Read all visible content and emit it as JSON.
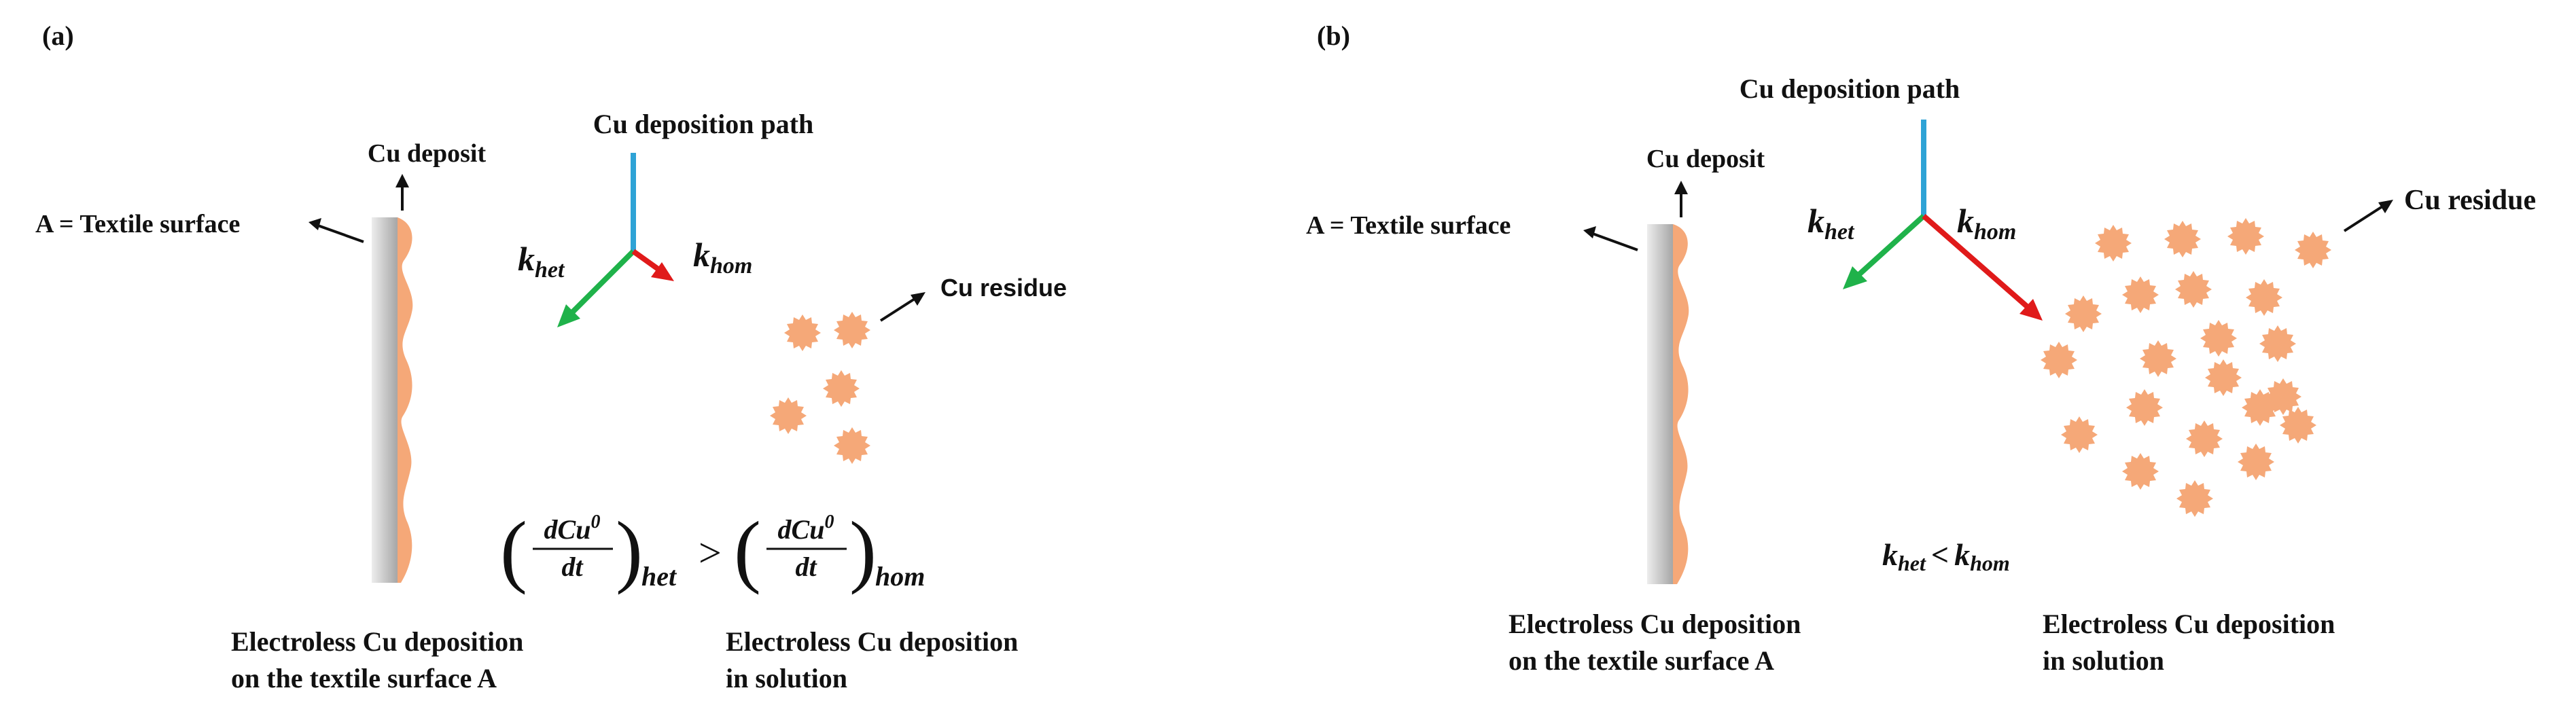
{
  "colors": {
    "copper": "#f5a878",
    "textile_light": "#e6e6e6",
    "textile_dark": "#a8a8a8",
    "path_blue": "#2ea3d6",
    "het_green": "#1fb24a",
    "hom_red": "#e01a1a",
    "ink": "#111111"
  },
  "panel_a": {
    "label": "(a)",
    "surface_label": "A = Textile surface",
    "deposit_label": "Cu deposit",
    "path_label": "Cu deposition path",
    "k_het": {
      "base": "k",
      "sub": "het"
    },
    "k_hom": {
      "base": "k",
      "sub": "hom"
    },
    "residue_label": "Cu residue",
    "rate_left": {
      "numerator": "dCu",
      "superscript": "0",
      "denominator": "dt",
      "subscript": "het"
    },
    "rate_operator": ">",
    "rate_right": {
      "numerator": "dCu",
      "superscript": "0",
      "denominator": "dt",
      "subscript": "hom"
    },
    "caption_left": [
      "Electroless Cu deposition",
      "on the textile surface A"
    ],
    "caption_right": [
      "Electroless Cu deposition",
      "in solution"
    ]
  },
  "panel_b": {
    "label": "(b)",
    "surface_label": "A = Textile surface",
    "deposit_label": "Cu deposit",
    "path_label": "Cu deposition path",
    "k_het": {
      "base": "k",
      "sub": "het"
    },
    "k_hom": {
      "base": "k",
      "sub": "hom"
    },
    "residue_label": "Cu residue",
    "comparison": {
      "left_base": "k",
      "left_sub": "het",
      "operator": "<",
      "right_base": "k",
      "right_sub": "hom"
    },
    "caption_left": [
      "Electroless Cu deposition",
      "on the textile surface A"
    ],
    "caption_right": [
      "Electroless Cu deposition",
      "in solution"
    ]
  }
}
